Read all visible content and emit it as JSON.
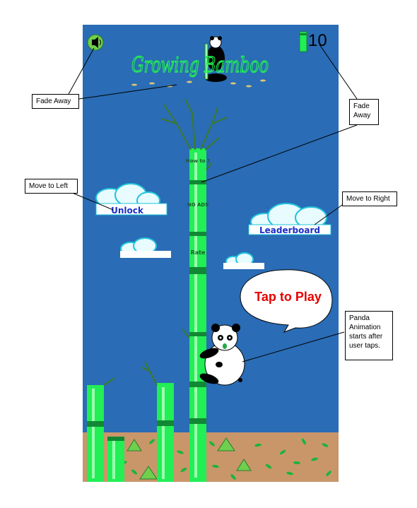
{
  "game": {
    "title": "Growing Bamboo",
    "score": "10",
    "buttons": {
      "unlock": "Unlock",
      "leaderboard": "Leaderboard",
      "how_to": "How to ?",
      "no_ads": "NO ADS",
      "rate": "Rate"
    },
    "tap_to_play": "Tap to Play"
  },
  "annotations": {
    "fade_left": "Fade Away",
    "fade_right": "Fade Away",
    "move_left": "Move to Left",
    "move_right": "Move to Right",
    "panda": "Panda Animation starts after user taps."
  },
  "colors": {
    "sky": "#2a6cb5",
    "ground": "#c9966a",
    "bamboo": "#22ee55",
    "bamboo_joint": "#118833",
    "tap_text": "#e60000",
    "button_text": "#1a2ec8"
  }
}
